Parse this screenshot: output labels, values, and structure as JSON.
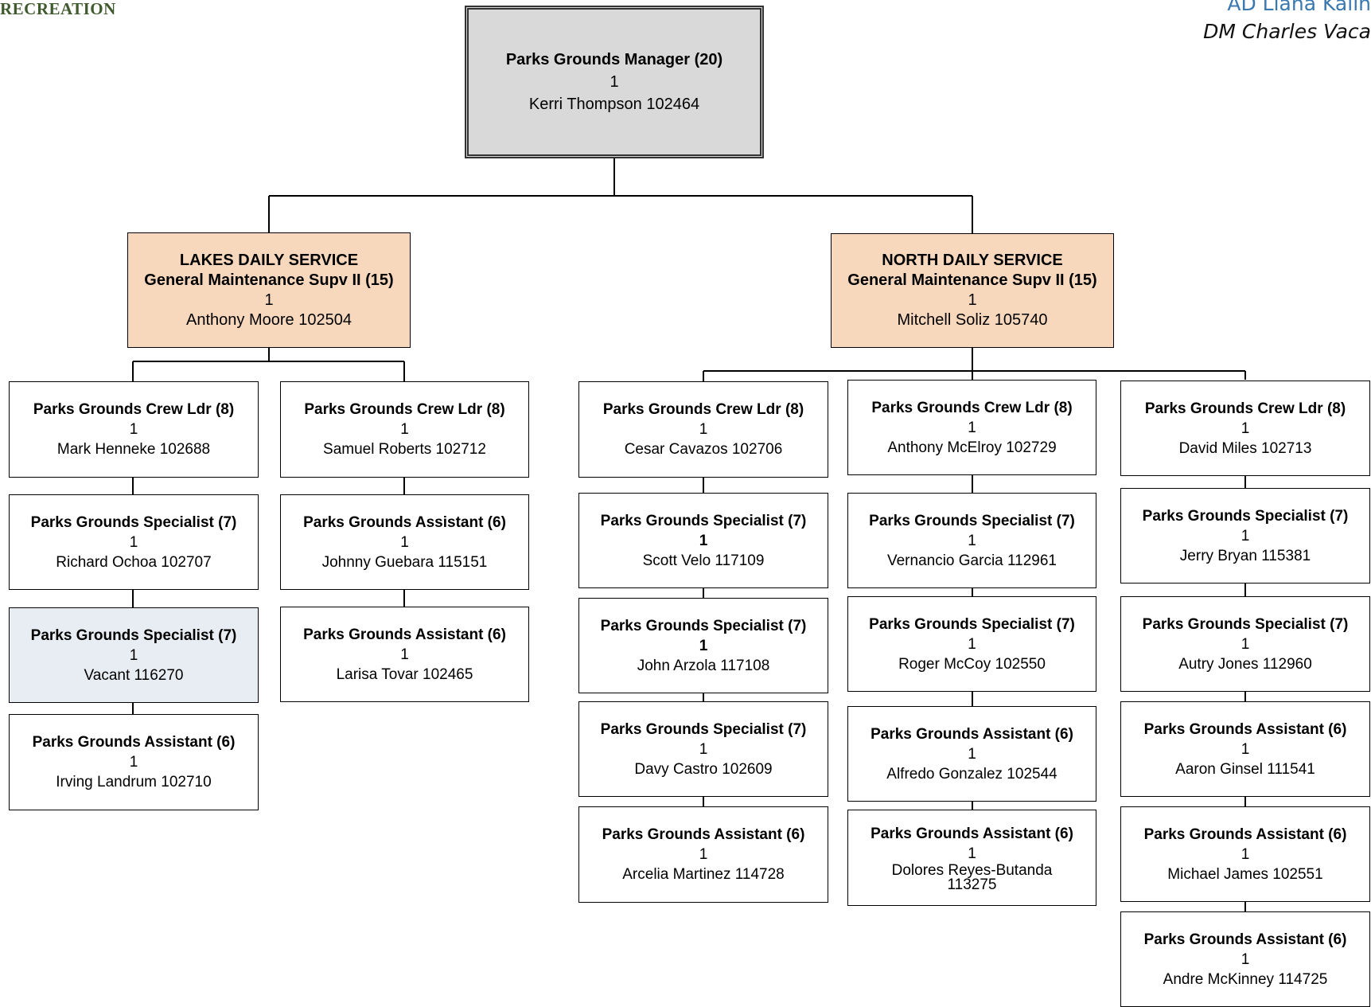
{
  "header": {
    "logo_text": "RECREATION",
    "ad_text": "AD Liana Kalin",
    "dm_text": "DM Charles Vaca"
  },
  "colors": {
    "manager_fill": "#d9d9d9",
    "supervisor_fill": "#f8d8bd",
    "vacant_fill": "#e8edf3",
    "box_fill": "#ffffff",
    "line": "#000000"
  },
  "manager": {
    "title": "Parks Grounds Manager (20)",
    "count": "1",
    "name": "Kerri Thompson 102464"
  },
  "lakes": {
    "unit": "LAKES DAILY SERVICE",
    "title": "General Maintenance Supv II (15)",
    "count": "1",
    "name": "Anthony Moore 102504",
    "col1": [
      {
        "title": "Parks Grounds Crew Ldr (8)",
        "count": "1",
        "name": "Mark Henneke 102688"
      },
      {
        "title": "Parks Grounds Specialist (7)",
        "count": "1",
        "name": "Richard Ochoa 102707"
      },
      {
        "title": "Parks Grounds Specialist (7)",
        "count": "1",
        "name": "Vacant 116270"
      },
      {
        "title": "Parks Grounds Assistant (6)",
        "count": "1",
        "name": "Irving Landrum 102710"
      }
    ],
    "col2": [
      {
        "title": "Parks Grounds Crew Ldr (8)",
        "count": "1",
        "name": "Samuel Roberts 102712"
      },
      {
        "title": "Parks Grounds Assistant (6)",
        "count": "1",
        "name": "Johnny Guebara 115151"
      },
      {
        "title": "Parks Grounds Assistant (6)",
        "count": "1",
        "name": "Larisa Tovar 102465"
      }
    ]
  },
  "north": {
    "unit": "NORTH DAILY SERVICE",
    "title": "General Maintenance Supv II (15)",
    "count": "1",
    "name": "Mitchell Soliz 105740",
    "col1": [
      {
        "title": "Parks Grounds Crew Ldr (8)",
        "count": "1",
        "name": "Cesar Cavazos 102706"
      },
      {
        "title": "Parks Grounds Specialist (7)",
        "count": "1",
        "name": "Scott Velo 117109"
      },
      {
        "title": "Parks Grounds Specialist (7)",
        "count": "1",
        "name": "John Arzola 117108"
      },
      {
        "title": "Parks Grounds Specialist (7)",
        "count": "1",
        "name": "Davy Castro 102609"
      },
      {
        "title": "Parks Grounds Assistant (6)",
        "count": "1",
        "name": "Arcelia Martinez 114728"
      }
    ],
    "col2": [
      {
        "title": "Parks Grounds Crew Ldr (8)",
        "count": "1",
        "name": "Anthony McElroy 102729"
      },
      {
        "title": "Parks Grounds Specialist (7)",
        "count": "1",
        "name": "Vernancio Garcia 112961"
      },
      {
        "title": "Parks Grounds Specialist (7)",
        "count": "1",
        "name": "Roger McCoy 102550"
      },
      {
        "title": "Parks Grounds Assistant (6)",
        "count": "1",
        "name": "Alfredo Gonzalez 102544"
      },
      {
        "title": "Parks Grounds Assistant (6)",
        "count": "1",
        "name_line1": "Dolores Reyes-Butanda",
        "name_line2": "113275"
      }
    ],
    "col3": [
      {
        "title": "Parks Grounds Crew Ldr (8)",
        "count": "1",
        "name": "David Miles 102713"
      },
      {
        "title": "Parks Grounds Specialist (7)",
        "count": "1",
        "name": "Jerry Bryan 115381"
      },
      {
        "title": "Parks Grounds Specialist (7)",
        "count": "1",
        "name": "Autry Jones 112960"
      },
      {
        "title": "Parks Grounds Assistant (6)",
        "count": "1",
        "name": "Aaron Ginsel 111541"
      },
      {
        "title": "Parks Grounds Assistant (6)",
        "count": "1",
        "name": "Michael James 102551"
      },
      {
        "title": "Parks Grounds Assistant (6)",
        "count": "1",
        "name": "Andre McKinney 114725"
      }
    ]
  }
}
